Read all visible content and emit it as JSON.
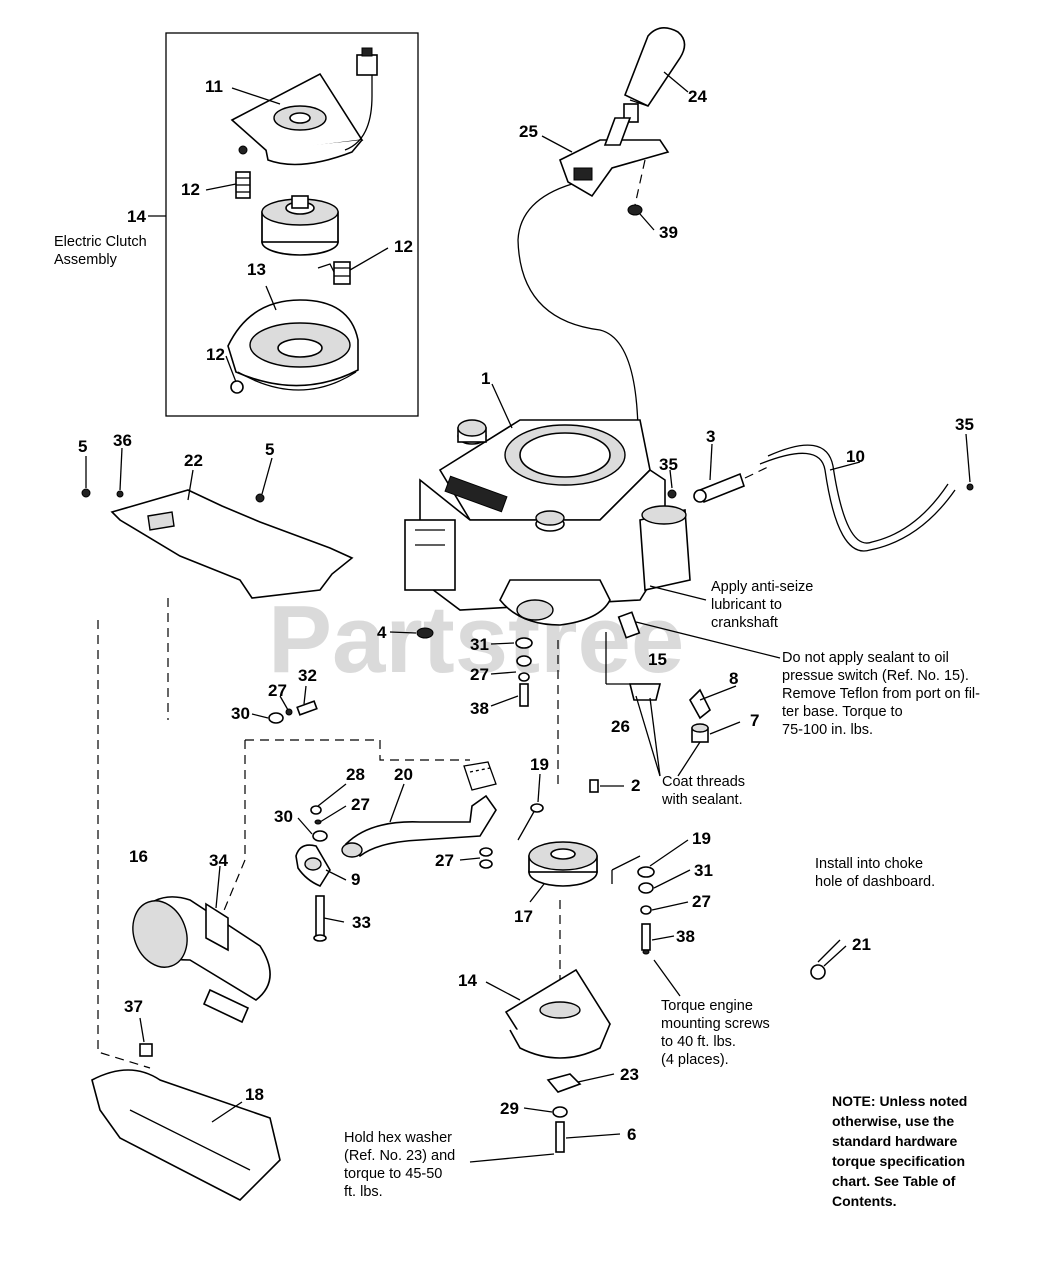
{
  "watermark": "Partstree",
  "callouts": {
    "c1": "1",
    "c2": "2",
    "c3": "3",
    "c4": "4",
    "c5a": "5",
    "c5b": "5",
    "c6": "6",
    "c7": "7",
    "c8": "8",
    "c9": "9",
    "c10": "10",
    "c11": "11",
    "c12a": "12",
    "c12b": "12",
    "c12c": "12",
    "c13": "13",
    "c14a": "14",
    "c14b": "14",
    "c15": "15",
    "c16": "16",
    "c17": "17",
    "c18": "18",
    "c19a": "19",
    "c19b": "19",
    "c20": "20",
    "c21": "21",
    "c22": "22",
    "c23": "23",
    "c24": "24",
    "c25": "25",
    "c26": "26",
    "c27a": "27",
    "c27b": "27",
    "c27c": "27",
    "c27d": "27",
    "c27e": "27",
    "c28": "28",
    "c29": "29",
    "c30a": "30",
    "c30b": "30",
    "c31a": "31",
    "c31b": "31",
    "c32": "32",
    "c33": "33",
    "c34": "34",
    "c35a": "35",
    "c35b": "35",
    "c36": "36",
    "c37": "37",
    "c38a": "38",
    "c38b": "38",
    "c39": "39"
  },
  "notes": {
    "clutch_assembly": [
      "Electric Clutch",
      "Assembly"
    ],
    "anti_seize": [
      "Apply anti-seize",
      "lubricant to",
      "crankshaft"
    ],
    "oil_switch": [
      "Do not apply sealant to oil",
      "pressue switch (Ref. No. 15).",
      "Remove Teflon from port on fil-",
      "ter base. Torque to",
      "75-100 in. lbs."
    ],
    "coat_threads": [
      "Coat threads",
      "with sealant."
    ],
    "choke": [
      "Install into choke",
      "hole of dashboard."
    ],
    "torque_engine": [
      "Torque engine",
      "mounting screws",
      "to 40 ft. lbs.",
      "(4 places)."
    ],
    "hold_hex": [
      "Hold hex washer",
      "(Ref. No. 23) and",
      "torque to 45-50",
      "ft. lbs."
    ],
    "general": [
      "NOTE: Unless noted",
      "otherwise, use the",
      "standard hardware",
      "torque specification",
      "chart. See Table of",
      "Contents."
    ]
  }
}
